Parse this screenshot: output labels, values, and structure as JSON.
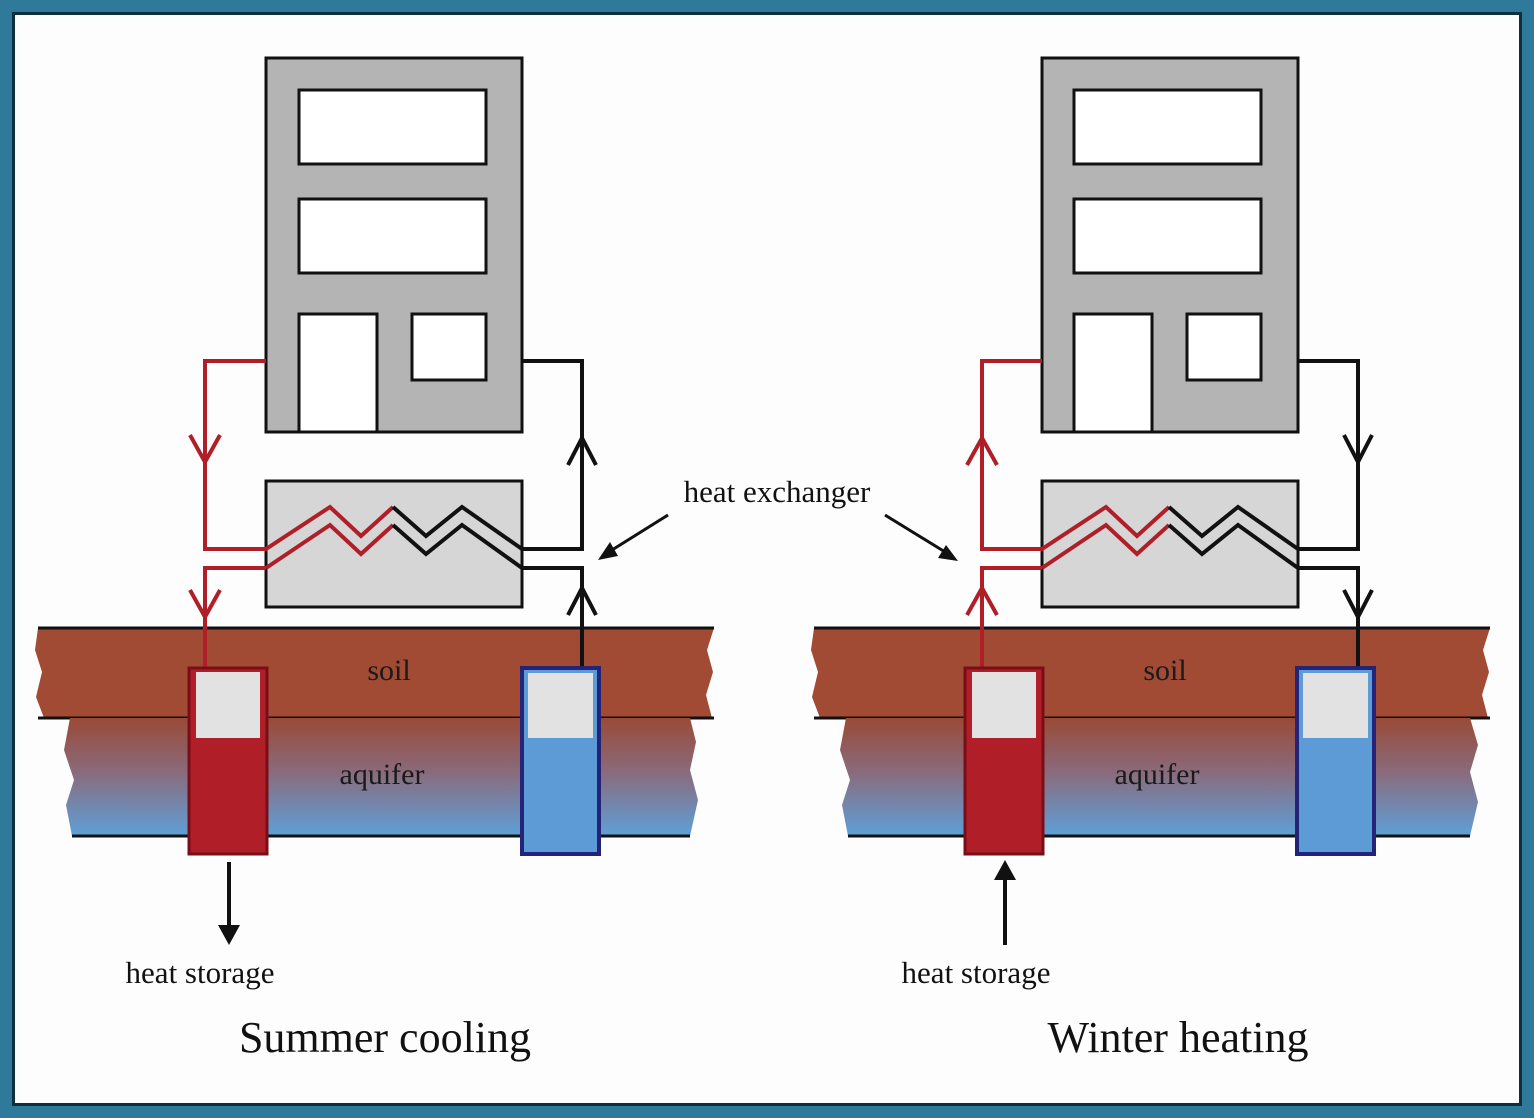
{
  "labels": {
    "heat_exchanger": "heat exchanger",
    "soil_left": "soil",
    "soil_right": "soil",
    "aquifer_left": "aquifer",
    "aquifer_right": "aquifer",
    "heat_storage_left": "heat storage",
    "heat_storage_right": "heat storage",
    "caption_left": "Summer cooling",
    "caption_right": "Winter heating"
  },
  "colors": {
    "frame": "#2f7a9a",
    "building": "#b4b4b4",
    "heat_exchanger": "#d6d6d6",
    "soil": "#a14a34",
    "aquifer_top": "#a14a34",
    "aquifer_bottom": "#5ea0d8",
    "warm_pipe": "#b01e28",
    "cold_pipe": "#111111",
    "warm_well": "#b01e28",
    "cold_well": "#5d9bd6",
    "cold_well_border": "#23237a"
  }
}
